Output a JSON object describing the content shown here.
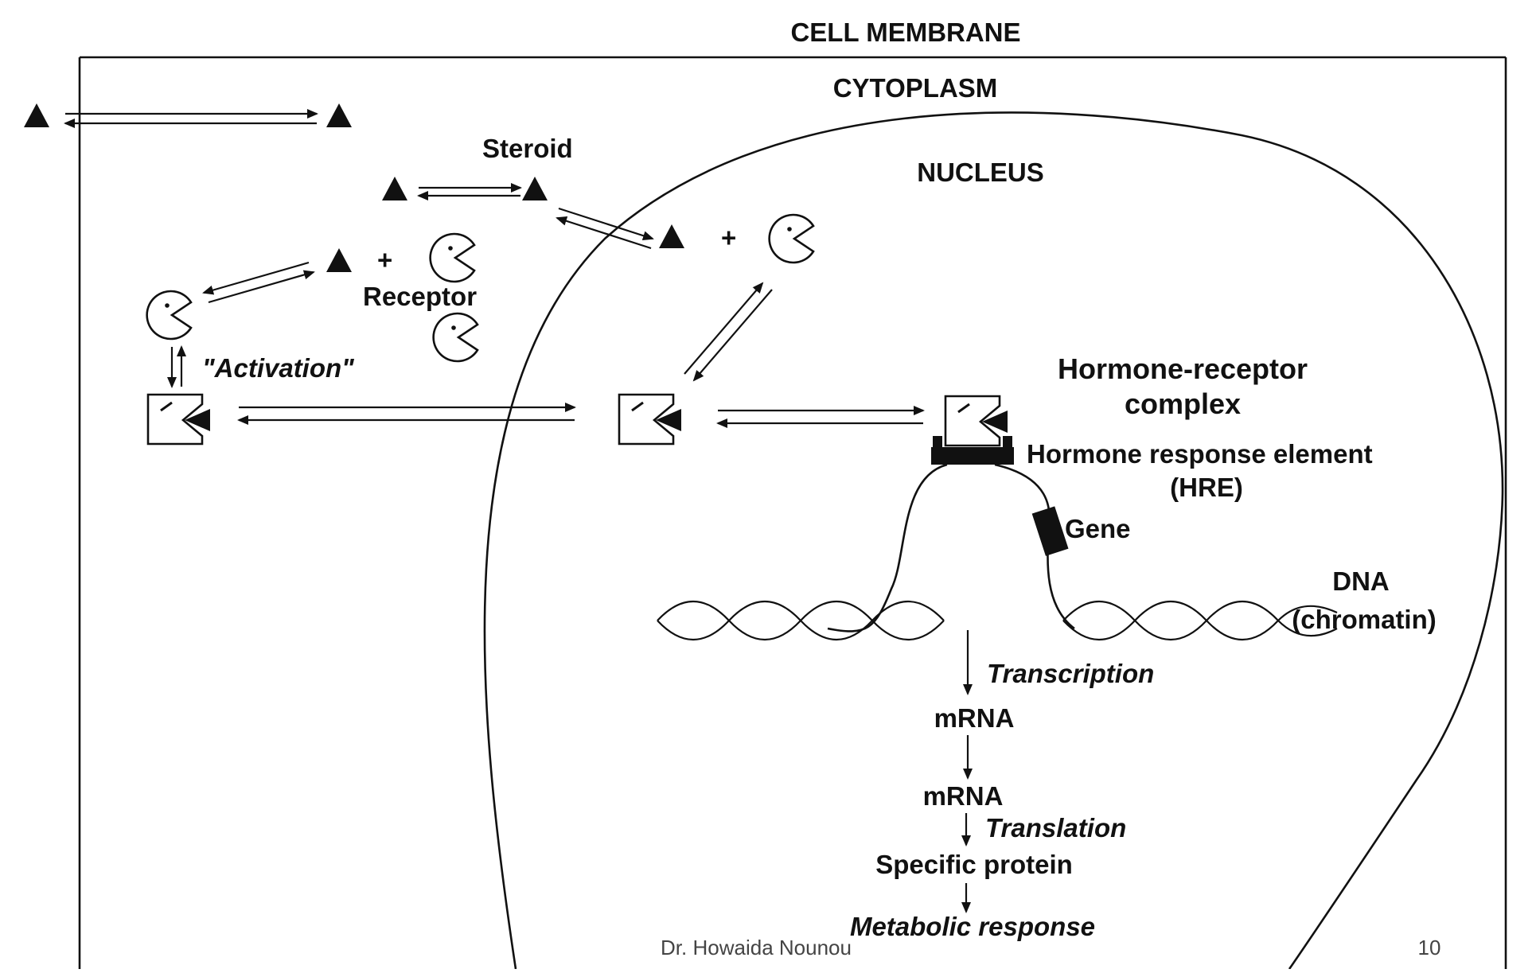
{
  "regions": {
    "cell_membrane": "CELL MEMBRANE",
    "cytoplasm": "CYTOPLASM",
    "nucleus": "NUCLEUS"
  },
  "labels": {
    "steroid": "Steroid",
    "receptor": "Receptor",
    "activation": "\"Activation\"",
    "plus": "+",
    "hormone_receptor_complex_line1": "Hormone-receptor",
    "hormone_receptor_complex_line2": "complex",
    "hre_line1": "Hormone response element",
    "hre_line2": "(HRE)",
    "gene": "Gene",
    "dna_line1": "DNA",
    "dna_line2": "(chromatin)",
    "transcription": "Transcription",
    "mrna_nucleus": "mRNA",
    "mrna_cytoplasm": "mRNA",
    "translation": "Translation",
    "specific_protein": "Specific protein",
    "metabolic_response": "Metabolic response"
  },
  "footer": {
    "author": "Dr. Howaida Nounou",
    "page_number": "10"
  }
}
